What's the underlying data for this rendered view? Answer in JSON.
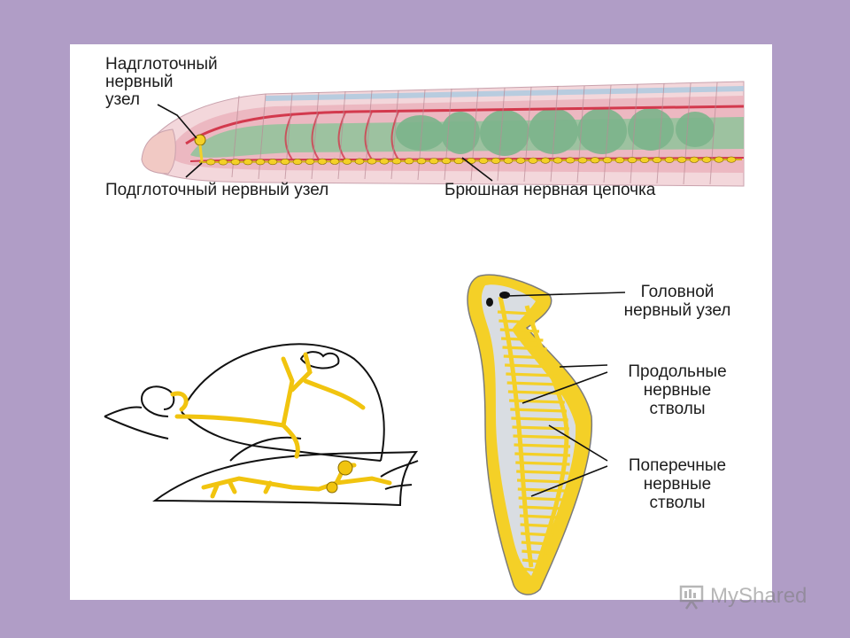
{
  "labels": {
    "supraesophageal": [
      "Надглоточный",
      "нервный",
      "узел"
    ],
    "subesophageal": "Подглоточный нервный узел",
    "ventral_cord": "Брюшная нервная цепочка",
    "head_ganglion": [
      "Головной",
      "нервный узел"
    ],
    "longitudinal": [
      "Продольные",
      "нервные",
      "стволы"
    ],
    "transverse": [
      "Поперечные",
      "нервные",
      "стволы"
    ]
  },
  "watermark": {
    "text": "MyShared",
    "icon": "presentation-board-icon"
  },
  "colors": {
    "background": "#b09dc6",
    "panel": "#ffffff",
    "nerve": "#f4d027",
    "label_text": "#1c1c1c"
  }
}
